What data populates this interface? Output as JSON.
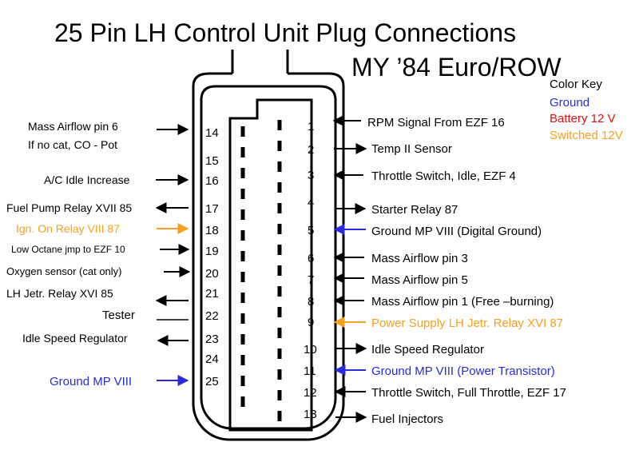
{
  "title": {
    "line1": "25 Pin LH Control Unit Plug Connections",
    "line2": "MY ’84 Euro/ROW"
  },
  "color_key": {
    "heading": "Color Key",
    "items": [
      {
        "label": "Ground",
        "color": "#2a2adc"
      },
      {
        "label": "Battery 12 V",
        "color": "#e01010"
      },
      {
        "label": "Switched 12V",
        "color": "#f5a020"
      }
    ]
  },
  "colors": {
    "default": "#000000",
    "ground": "#2a2adc",
    "switched": "#f5a020"
  },
  "left_labels": [
    "Mass Airflow pin 6",
    "If no cat, CO - Pot",
    "A/C Idle Increase",
    "Fuel Pump Relay XVII 85",
    "Ign. On Relay VIII 87",
    "Low Octane jmp to EZF 10",
    "Oxygen sensor (cat only)",
    "LH Jetr. Relay XVI 85",
    "Tester",
    "Idle Speed Regulator",
    "Ground MP VIII"
  ],
  "left_pins": [
    "14",
    "15",
    "16",
    "17",
    "18",
    "19",
    "20",
    "21",
    "22",
    "23",
    "24",
    "25"
  ],
  "right_pins": [
    "1",
    "2",
    "3",
    "4",
    "5",
    "6",
    "7",
    "8",
    "9",
    "10",
    "11",
    "12",
    "13"
  ],
  "right_labels": [
    "RPM Signal From EZF 16",
    "Temp II Sensor",
    "Throttle Switch, Idle, EZF 4",
    "Starter Relay 87",
    "Ground MP VIII (Digital Ground)",
    "Mass Airflow pin 3",
    "Mass Airflow pin 5",
    "Mass Airflow pin 1 (Free –burning)",
    "Power Supply LH Jetr. Relay XVI 87",
    "Idle Speed Regulator",
    "Ground MP VIII (Power Transistor)",
    "Throttle Switch, Full Throttle, EZF 17",
    "Fuel Injectors"
  ]
}
